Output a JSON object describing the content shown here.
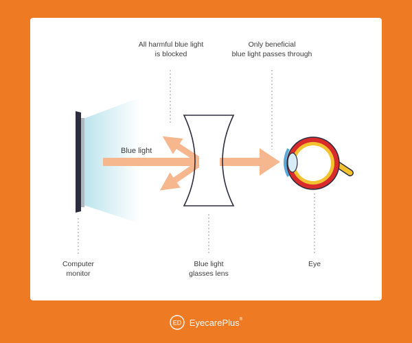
{
  "colors": {
    "background": "#ee7a23",
    "card": "#ffffff",
    "arrow": "#f6b68e",
    "outline": "#2b2c3e",
    "screen_glow": "#b9e3ec",
    "eye_red": "#d92b2b",
    "eye_yellow": "#f2c230",
    "iris": "#5aa7d8",
    "leader_line": "#9a9a9a"
  },
  "labels": {
    "blocked_line1": "All harmful blue light",
    "blocked_line2": "is blocked",
    "passes_line1": "Only beneficial",
    "passes_line2": "blue light passes through",
    "blue_light": "Blue light",
    "monitor_line1": "Computer",
    "monitor_line2": "monitor",
    "lens_line1": "Blue light",
    "lens_line2": "glasses lens",
    "eye": "Eye"
  },
  "footer": {
    "logo_mark": "ED",
    "brand_name": "EyecarePlus",
    "trademark": "®"
  }
}
